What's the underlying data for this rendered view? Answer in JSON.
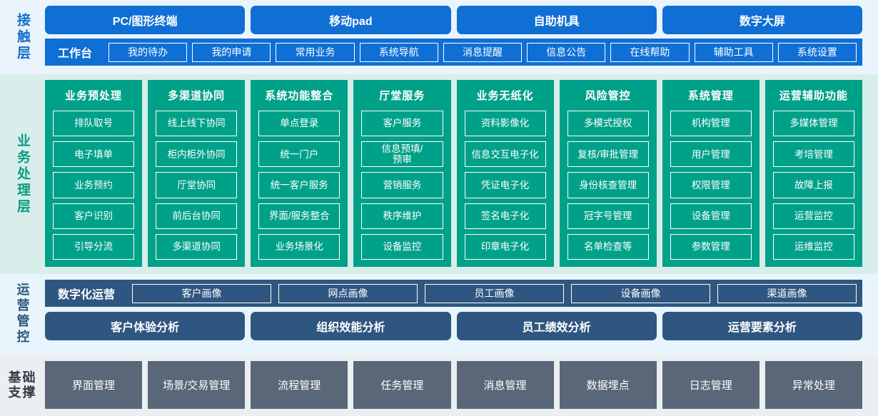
{
  "layers": {
    "contact": {
      "label": "接触层",
      "accent": "#0f6fd4",
      "channels": [
        "PC/图形终端",
        "移动pad",
        "自助机具",
        "数字大屏"
      ],
      "workbench_title": "工作台",
      "workbench_items": [
        "我的待办",
        "我的申请",
        "常用业务",
        "系统导航",
        "消息提醒",
        "信息公告",
        "在线帮助",
        "辅助工具",
        "系统设置"
      ]
    },
    "business": {
      "label": "业务处理层",
      "accent": "#00a189",
      "columns": [
        {
          "title": "业务预处理",
          "items": [
            "排队取号",
            "电子填单",
            "业务预约",
            "客户识别",
            "引导分流"
          ]
        },
        {
          "title": "多渠道协同",
          "items": [
            "线上线下协同",
            "柜内柜外协同",
            "厅堂协同",
            "前后台协同",
            "多渠道协同"
          ]
        },
        {
          "title": "系统功能整合",
          "items": [
            "单点登录",
            "统一门户",
            "统一客户服务",
            "界面/服务整合",
            "业务场景化"
          ]
        },
        {
          "title": "厅堂服务",
          "items": [
            "客户服务",
            "信息预填/\n预审",
            "营销服务",
            "秩序维护",
            "设备监控"
          ]
        },
        {
          "title": "业务无纸化",
          "items": [
            "资料影像化",
            "信息交互电子化",
            "凭证电子化",
            "签名电子化",
            "印章电子化"
          ]
        },
        {
          "title": "风险管控",
          "items": [
            "多模式授权",
            "复核/审批管理",
            "身份核查管理",
            "冠字号管理",
            "名单检查等"
          ]
        },
        {
          "title": "系统管理",
          "items": [
            "机构管理",
            "用户管理",
            "权限管理",
            "设备管理",
            "参数管理"
          ]
        },
        {
          "title": "运营辅助功能",
          "items": [
            "多媒体管理",
            "考培管理",
            "故障上报",
            "运营监控",
            "运维监控"
          ]
        }
      ]
    },
    "operations": {
      "label": "运营管控",
      "accent": "#2f5680",
      "portrait_title": "数字化运营",
      "portrait_items": [
        "客户画像",
        "网点画像",
        "员工画像",
        "设备画像",
        "渠道画像"
      ],
      "analysis_items": [
        "客户体验分析",
        "组织效能分析",
        "员工绩效分析",
        "运营要素分析"
      ]
    },
    "base": {
      "label_line1": "基础",
      "label_line2": "支撑",
      "accent": "#5a6778",
      "items": [
        "界面管理",
        "场景/交易管理",
        "流程管理",
        "任务管理",
        "消息管理",
        "数据埋点",
        "日志管理",
        "异常处理"
      ]
    }
  }
}
